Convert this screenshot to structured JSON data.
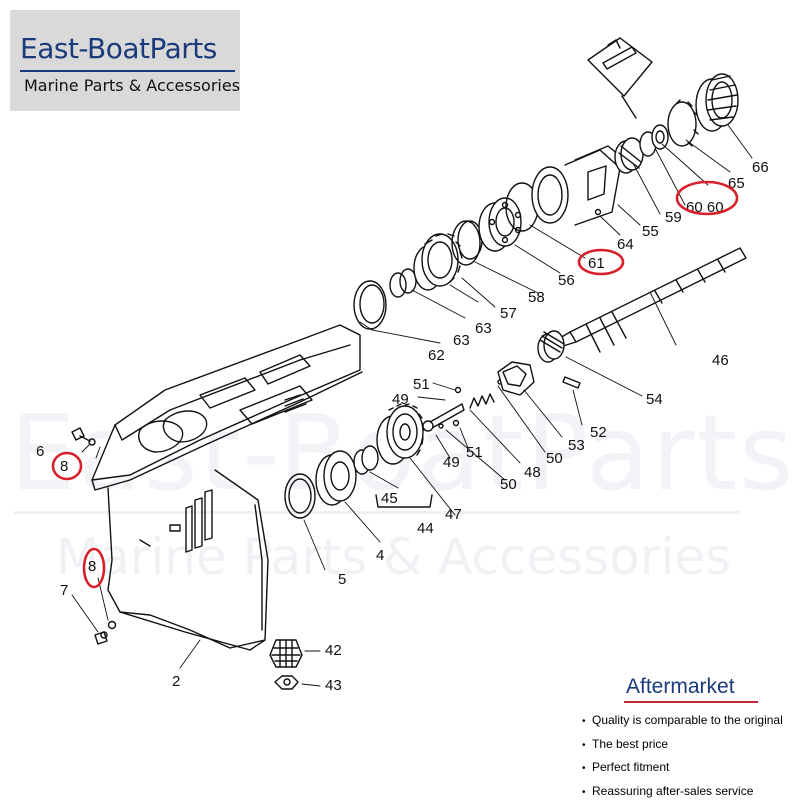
{
  "brand": {
    "name": "East-BoatParts",
    "tagline": "Marine Parts & Accessories"
  },
  "watermark": {
    "line1": "East-BoatParts",
    "line2": "Marine Parts & Accessories"
  },
  "colors": {
    "brand_blue": "#1a3a7a",
    "highlight_red": "#d9202a",
    "accent_red": "#c0283a",
    "logo_bg": "#d9d9d9"
  },
  "parts": [
    {
      "id": "p2",
      "label": "2",
      "highlighted": false
    },
    {
      "id": "p4",
      "label": "4",
      "highlighted": false
    },
    {
      "id": "p5",
      "label": "5",
      "highlighted": false
    },
    {
      "id": "p6",
      "label": "6",
      "highlighted": false
    },
    {
      "id": "p7",
      "label": "7",
      "highlighted": false
    },
    {
      "id": "p8a",
      "label": "8",
      "highlighted": true
    },
    {
      "id": "p8b",
      "label": "8",
      "highlighted": true
    },
    {
      "id": "p42",
      "label": "42",
      "highlighted": false
    },
    {
      "id": "p43",
      "label": "43",
      "highlighted": false
    },
    {
      "id": "p44",
      "label": "44",
      "highlighted": false
    },
    {
      "id": "p45",
      "label": "45",
      "highlighted": false
    },
    {
      "id": "p46",
      "label": "46",
      "highlighted": false
    },
    {
      "id": "p47",
      "label": "47",
      "highlighted": false
    },
    {
      "id": "p48",
      "label": "48",
      "highlighted": false
    },
    {
      "id": "p49a",
      "label": "49",
      "highlighted": false
    },
    {
      "id": "p49b",
      "label": "49",
      "highlighted": false
    },
    {
      "id": "p50a",
      "label": "50",
      "highlighted": false
    },
    {
      "id": "p50b",
      "label": "50",
      "highlighted": false
    },
    {
      "id": "p51a",
      "label": "51",
      "highlighted": false
    },
    {
      "id": "p51b",
      "label": "51",
      "highlighted": false
    },
    {
      "id": "p52",
      "label": "52",
      "highlighted": false
    },
    {
      "id": "p53",
      "label": "53",
      "highlighted": false
    },
    {
      "id": "p54",
      "label": "54",
      "highlighted": false
    },
    {
      "id": "p55",
      "label": "55",
      "highlighted": false
    },
    {
      "id": "p56",
      "label": "56",
      "highlighted": false
    },
    {
      "id": "p57",
      "label": "57",
      "highlighted": false
    },
    {
      "id": "p58",
      "label": "58",
      "highlighted": false
    },
    {
      "id": "p59",
      "label": "59",
      "highlighted": false
    },
    {
      "id": "p60",
      "label": "60 60",
      "highlighted": true
    },
    {
      "id": "p61",
      "label": "61",
      "highlighted": true
    },
    {
      "id": "p62",
      "label": "62",
      "highlighted": false
    },
    {
      "id": "p63a",
      "label": "63",
      "highlighted": false
    },
    {
      "id": "p63b",
      "label": "63",
      "highlighted": false
    },
    {
      "id": "p64",
      "label": "64",
      "highlighted": false
    },
    {
      "id": "p65",
      "label": "65",
      "highlighted": false
    },
    {
      "id": "p66",
      "label": "66",
      "highlighted": false
    }
  ],
  "aftermarket": {
    "title": "Aftermarket",
    "features": [
      "Quality is comparable to the original",
      "The best price",
      "Perfect fitment",
      "Reassuring after-sales service"
    ]
  }
}
